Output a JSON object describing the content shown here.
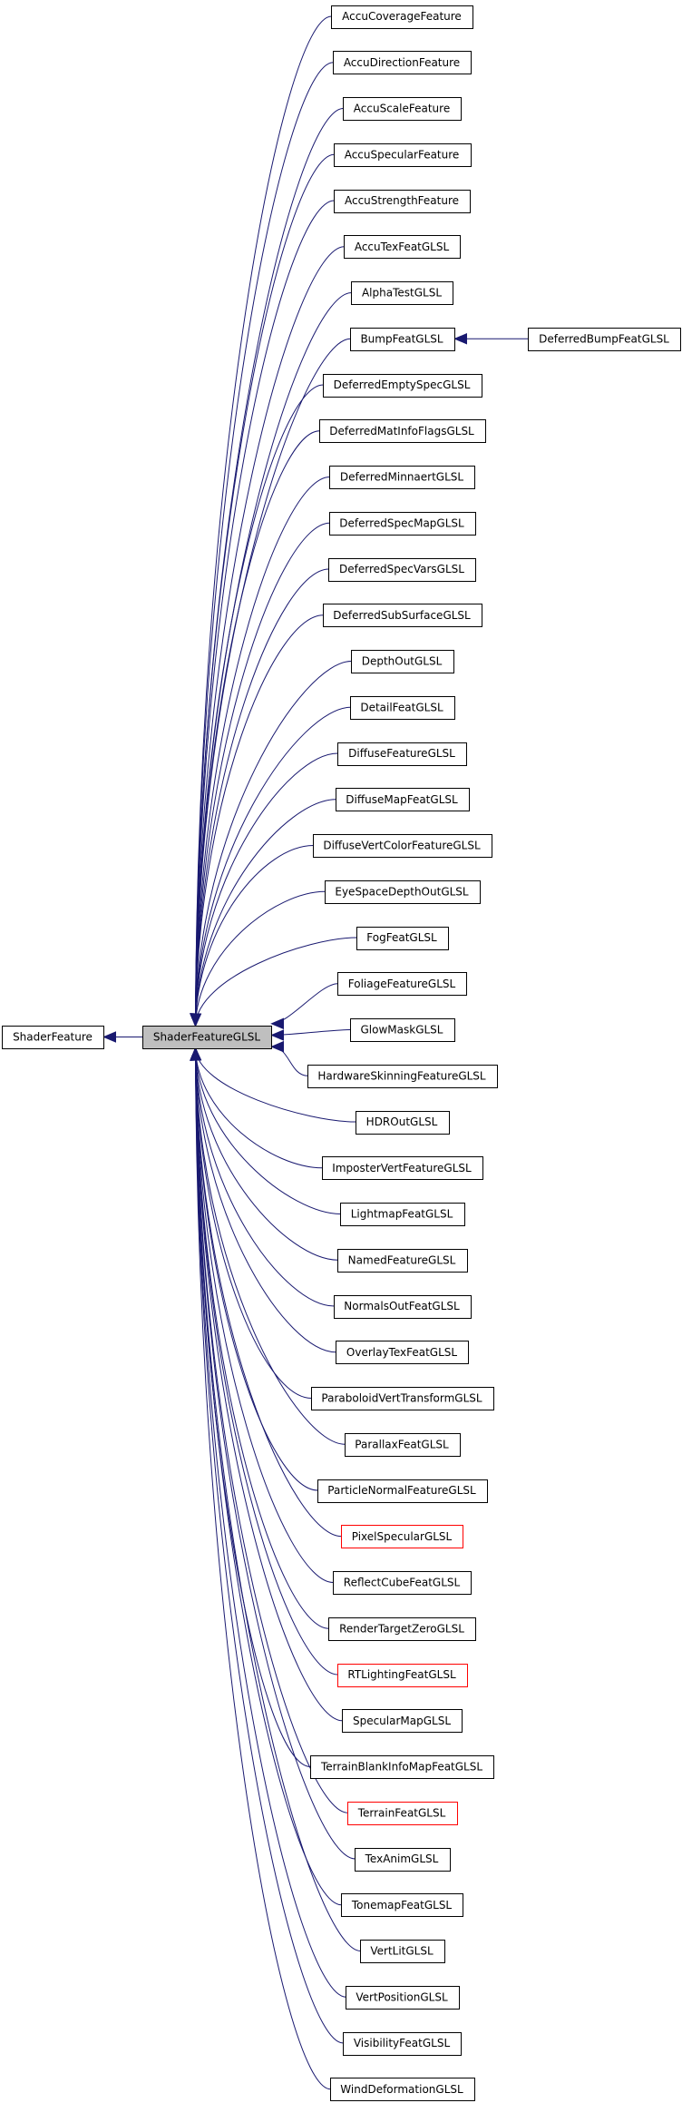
{
  "colors": {
    "edge": "#191970",
    "node_border": "#000000",
    "node_border_truncated": "#ff0000",
    "focus_fill": "#bfbfbf",
    "node_fill": "#ffffff"
  },
  "nodes": {
    "base": "ShaderFeature",
    "focus": "ShaderFeatureGLSL",
    "grandchild": "DeferredBumpFeatGLSL",
    "children": [
      {
        "label": "AccuCoverageFeature",
        "truncated": false
      },
      {
        "label": "AccuDirectionFeature",
        "truncated": false
      },
      {
        "label": "AccuScaleFeature",
        "truncated": false
      },
      {
        "label": "AccuSpecularFeature",
        "truncated": false
      },
      {
        "label": "AccuStrengthFeature",
        "truncated": false
      },
      {
        "label": "AccuTexFeatGLSL",
        "truncated": false
      },
      {
        "label": "AlphaTestGLSL",
        "truncated": false
      },
      {
        "label": "BumpFeatGLSL",
        "truncated": false
      },
      {
        "label": "DeferredEmptySpecGLSL",
        "truncated": false
      },
      {
        "label": "DeferredMatInfoFlagsGLSL",
        "truncated": false
      },
      {
        "label": "DeferredMinnaertGLSL",
        "truncated": false
      },
      {
        "label": "DeferredSpecMapGLSL",
        "truncated": false
      },
      {
        "label": "DeferredSpecVarsGLSL",
        "truncated": false
      },
      {
        "label": "DeferredSubSurfaceGLSL",
        "truncated": false
      },
      {
        "label": "DepthOutGLSL",
        "truncated": false
      },
      {
        "label": "DetailFeatGLSL",
        "truncated": false
      },
      {
        "label": "DiffuseFeatureGLSL",
        "truncated": false
      },
      {
        "label": "DiffuseMapFeatGLSL",
        "truncated": false
      },
      {
        "label": "DiffuseVertColorFeatureGLSL",
        "truncated": false
      },
      {
        "label": "EyeSpaceDepthOutGLSL",
        "truncated": false
      },
      {
        "label": "FogFeatGLSL",
        "truncated": false
      },
      {
        "label": "FoliageFeatureGLSL",
        "truncated": false
      },
      {
        "label": "GlowMaskGLSL",
        "truncated": false
      },
      {
        "label": "HardwareSkinningFeatureGLSL",
        "truncated": false
      },
      {
        "label": "HDROutGLSL",
        "truncated": false
      },
      {
        "label": "ImposterVertFeatureGLSL",
        "truncated": false
      },
      {
        "label": "LightmapFeatGLSL",
        "truncated": false
      },
      {
        "label": "NamedFeatureGLSL",
        "truncated": false
      },
      {
        "label": "NormalsOutFeatGLSL",
        "truncated": false
      },
      {
        "label": "OverlayTexFeatGLSL",
        "truncated": false
      },
      {
        "label": "ParaboloidVertTransformGLSL",
        "truncated": false
      },
      {
        "label": "ParallaxFeatGLSL",
        "truncated": false
      },
      {
        "label": "ParticleNormalFeatureGLSL",
        "truncated": false
      },
      {
        "label": "PixelSpecularGLSL",
        "truncated": true
      },
      {
        "label": "ReflectCubeFeatGLSL",
        "truncated": false
      },
      {
        "label": "RenderTargetZeroGLSL",
        "truncated": false
      },
      {
        "label": "RTLightingFeatGLSL",
        "truncated": true
      },
      {
        "label": "SpecularMapGLSL",
        "truncated": false
      },
      {
        "label": "TerrainBlankInfoMapFeatGLSL",
        "truncated": false
      },
      {
        "label": "TerrainFeatGLSL",
        "truncated": true
      },
      {
        "label": "TexAnimGLSL",
        "truncated": false
      },
      {
        "label": "TonemapFeatGLSL",
        "truncated": false
      },
      {
        "label": "VertLitGLSL",
        "truncated": false
      },
      {
        "label": "VertPositionGLSL",
        "truncated": false
      },
      {
        "label": "VisibilityFeatGLSL",
        "truncated": false
      },
      {
        "label": "WindDeformationGLSL",
        "truncated": false
      }
    ]
  }
}
